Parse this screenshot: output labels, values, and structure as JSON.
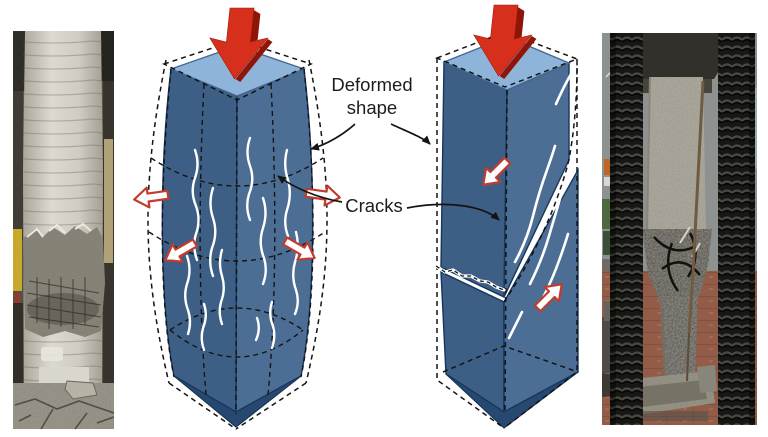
{
  "figure": {
    "annotations": {
      "deformed_shape_line1": "Deformed",
      "deformed_shape_line2": "shape",
      "cracks": "Cracks"
    },
    "icons": [
      {
        "name": "compression-load-arrow-icon",
        "glyph": "⬇",
        "color": "#d6301d"
      },
      {
        "name": "lateral-expansion-arrow-icon",
        "glyph": "⇦⇨",
        "color": "#c23b2d"
      },
      {
        "name": "shear-slip-arrow-icon",
        "glyph": "⬋⬈",
        "color": "#c23b2d"
      },
      {
        "name": "annotation-arrow-icon",
        "glyph": "➔",
        "color": "#141414"
      }
    ],
    "colors": {
      "background": "#ffffff",
      "column_top_face": "#8fb4da",
      "column_left_face": "#3d5f86",
      "column_right_face": "#4c6e95",
      "column_bottom_face": "#28496f",
      "column_edge": "#16365c",
      "load_arrow": "#d6301d",
      "load_arrow_shade": "#8e1508",
      "hollow_arrow_fill": "#ffffff",
      "hollow_arrow_stroke": "#c23b2d",
      "crack_line": "#ffffff",
      "annotation_line": "#141414"
    }
  }
}
